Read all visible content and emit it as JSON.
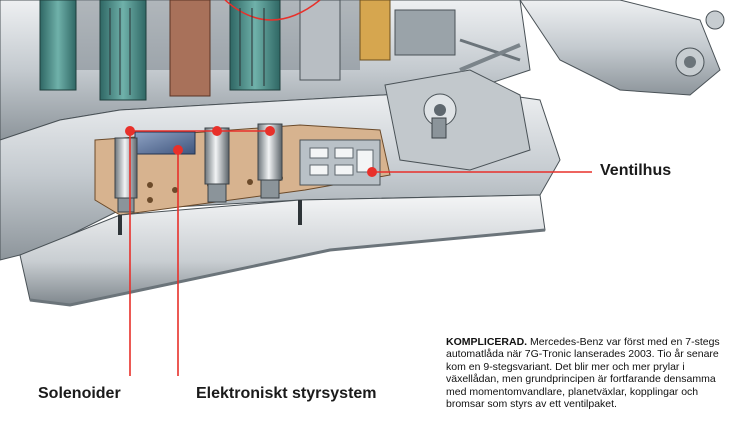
{
  "labels": {
    "ventilhus": "Ventilhus",
    "solenoider": "Solenoider",
    "elektroniskt_styrsystem": "Elektroniskt styrsystem"
  },
  "caption": {
    "lead": "KOMPLICERAD.",
    "body": "Mercedes-Benz var först med en 7-stegs automatlåda när 7G-Tronic lanserades 2003. Tio år senare kom en 9-stegsvariant. Det blir mer och mer prylar i växellådan, men grundprincipen är fortfarande densamma med momentomvandlare, planetväxlar, kopplingar och bromsar som styrs av ett ventilpaket."
  },
  "colors": {
    "callout": "#e8302a",
    "metal_light": "#d9dde0",
    "metal_mid": "#a9b1b7",
    "metal_dark": "#5e676e",
    "teal": "#4f8f8a",
    "copper": "#b7794a"
  }
}
